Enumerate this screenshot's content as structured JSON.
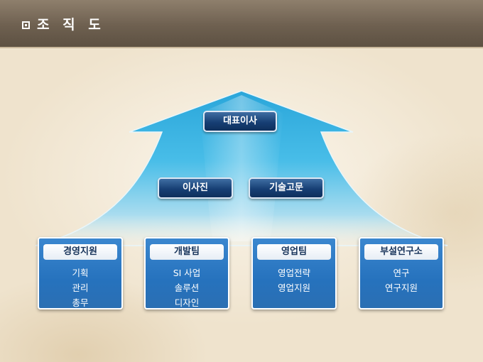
{
  "header": {
    "title": "조 직 도"
  },
  "ceo": "대표이사",
  "level2": [
    "이사진",
    "기술고문"
  ],
  "departments": [
    {
      "name": "경영지원",
      "items": [
        "기획",
        "관리",
        "총무"
      ]
    },
    {
      "name": "개발팀",
      "items": [
        "SI 사업",
        "솔루션",
        "디자인"
      ]
    },
    {
      "name": "영업팀",
      "items": [
        "영업전략",
        "영업지원"
      ]
    },
    {
      "name": "부설연구소",
      "items": [
        "연구",
        "연구지원"
      ]
    }
  ],
  "colors": {
    "arrow": "#3cb0df",
    "pill": "#173f74",
    "dept": "#2672bd",
    "header": "#6e6050"
  }
}
